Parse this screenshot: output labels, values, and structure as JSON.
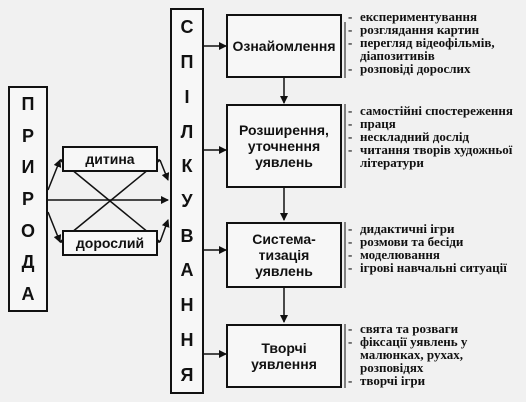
{
  "left_title": [
    "П",
    "Р",
    "И",
    "Р",
    "О",
    "Д",
    "А"
  ],
  "center_title": [
    "С",
    "П",
    "І",
    "Л",
    "К",
    "У",
    "В",
    "А",
    "Н",
    "Н",
    "Я"
  ],
  "child_label": "дитина",
  "adult_label": "дорослий",
  "stages": [
    {
      "title": "Ознайомлення",
      "items": [
        "експериментування",
        "розглядання картин",
        "перегляд відеофільмів, діапозитивів",
        "розповіді дорослих"
      ]
    },
    {
      "title": "Розширення, уточнення уявлень",
      "items": [
        "самостійні спостереження",
        "праця",
        "нескладний дослід",
        "читання творів художньої літератури"
      ]
    },
    {
      "title": "Система-тизація уявлень",
      "items": [
        "дидактичні ігри",
        "розмови та бесіди",
        "моделювання",
        "ігрові навчальні ситуації"
      ]
    },
    {
      "title": "Творчі уявлення",
      "items": [
        "свята та розваги",
        "фіксації уявлень у малюнках, рухах, розповідях",
        "творчі ігри"
      ]
    }
  ]
}
